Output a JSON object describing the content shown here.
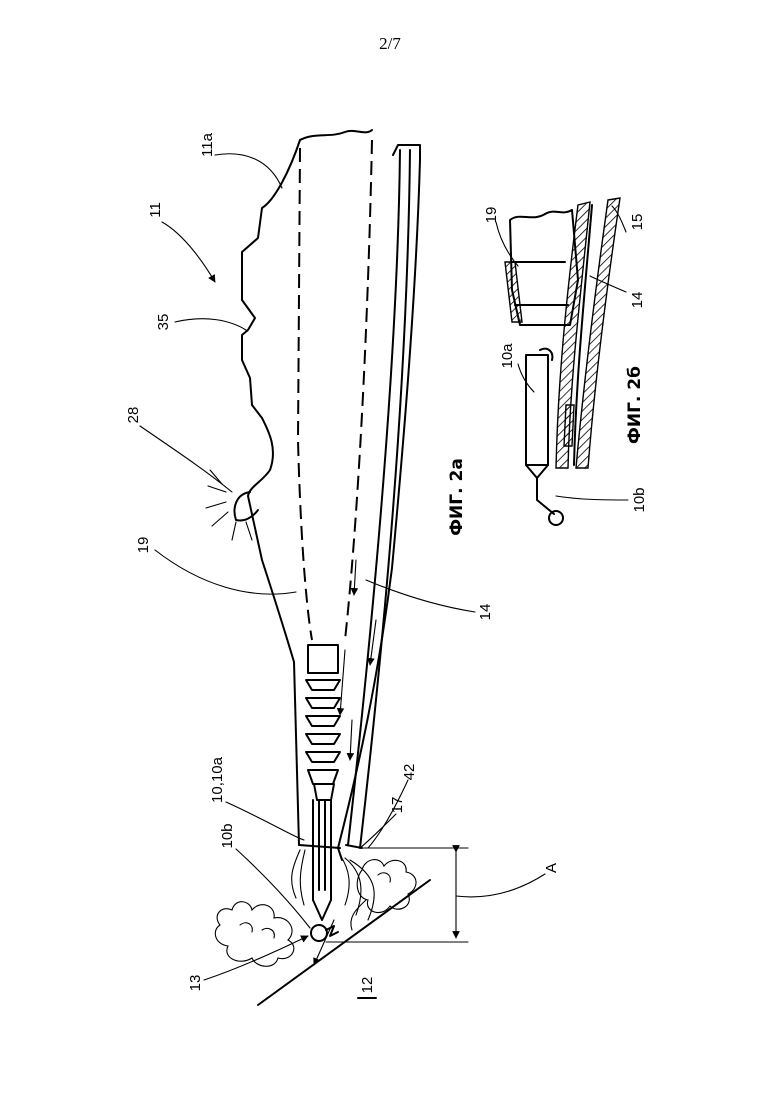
{
  "page": {
    "number": "2/7"
  },
  "figures": {
    "fig_2a": {
      "caption": "ФИГ. 2а",
      "labels": {
        "assembly": "11",
        "handle_part": "11a",
        "control": "35",
        "lamp": "28",
        "channel": "19",
        "tube": "14",
        "electrode": "10,10a",
        "electrode_tip": "10b",
        "nozzle": "42",
        "outlet": "17",
        "distance": "A",
        "spark": "13",
        "surface": "12"
      }
    },
    "fig_2b": {
      "caption": "ФИГ. 2б",
      "labels": {
        "channel": "19",
        "outer_tube": "15",
        "inner_tube": "14",
        "electrode": "10a",
        "electrode_tip": "10b"
      }
    }
  }
}
